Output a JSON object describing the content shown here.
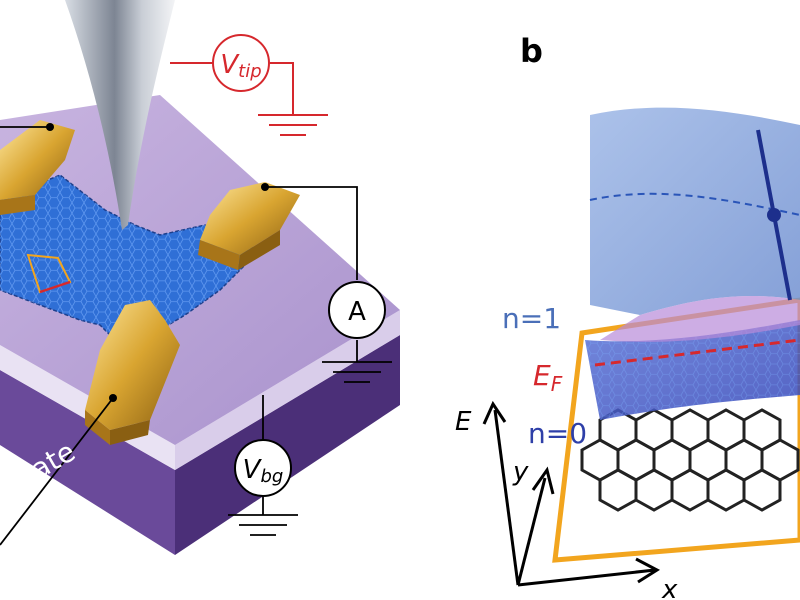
{
  "panel_b": {
    "label": "b",
    "n1_label": "n=1",
    "n0_label": "n=0",
    "ef_label_main": "E",
    "ef_label_sub": "F",
    "axis_e": "E",
    "axis_y": "y",
    "axis_x": "x"
  },
  "panel_a": {
    "vtip_main": "V",
    "vtip_sub": "tip",
    "ammeter": "A",
    "vbg_main": "V",
    "vbg_sub": "bg",
    "substrate_fragment": "ate"
  },
  "colors": {
    "circuit_red": "#d6282d",
    "gold": "#d9a531",
    "graphene_blue": "#2f6fd6",
    "substrate_purple": "#5e3d8c",
    "frame_orange": "#f2a51e",
    "n1_blue": "#4a6fb8",
    "n0_blue": "#2e3fa8"
  }
}
